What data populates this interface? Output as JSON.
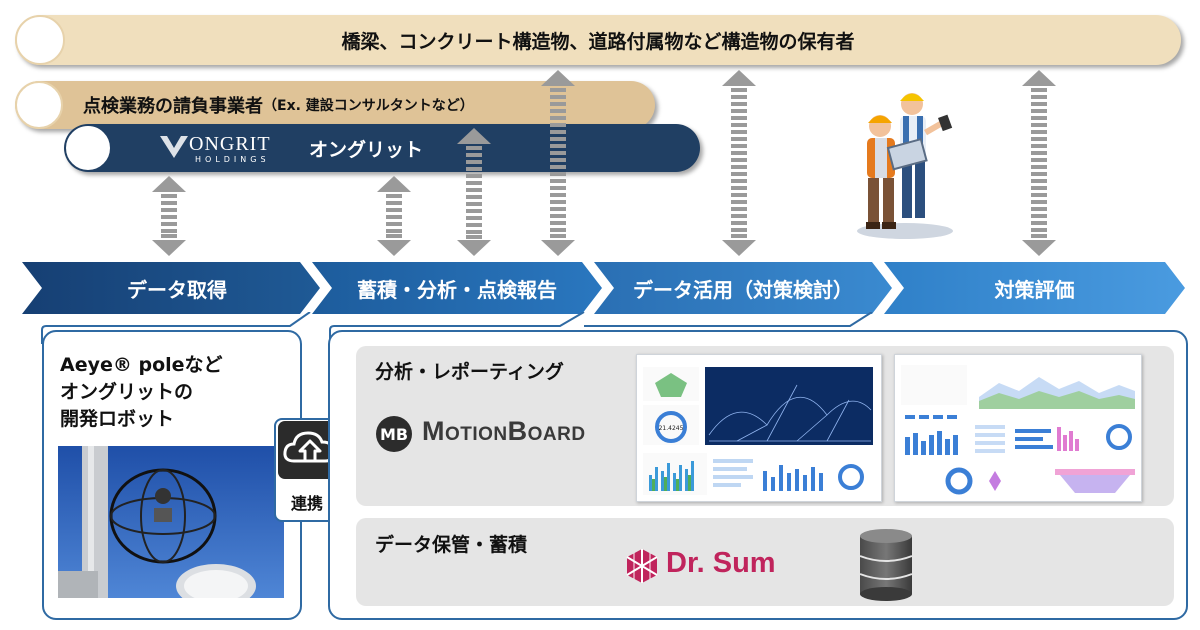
{
  "bars": {
    "owner": "橋梁、コンクリート構造物、道路付属物など構造物の保有者",
    "contractor": "点検業務の請負事業者",
    "contractor_note": "（Ex. 建設コンサルタントなど）",
    "ongrit_logo": "ONGRIT",
    "ongrit_logo_sub": "HOLDINGS",
    "ongrit_name": "オングリット"
  },
  "process": [
    {
      "label": "データ取得"
    },
    {
      "label": "蓄積・分析・点検報告"
    },
    {
      "label": "データ活用（対策検討）"
    },
    {
      "label": "対策評価"
    }
  ],
  "robot_panel": {
    "line1": "Aeye® poleなど",
    "line2": "オングリットの",
    "line3": "開発ロボット"
  },
  "link": {
    "label": "連携"
  },
  "analysis": {
    "title": "分析・レポーティング",
    "product": "MotionBoard",
    "logo_mark": "MB",
    "dash_value": "21.4245"
  },
  "storage": {
    "title": "データ保管・蓄積",
    "product": "Dr. Sum"
  },
  "colors": {
    "owner_bar": "#f0dfbd",
    "contractor_bar": "#dfc397",
    "ongrit_bar": "#203f63",
    "process_dark": "#1f4e85",
    "process_light": "#2a79c4",
    "drsum": "#c0245c",
    "arrow": "#9a9a9a"
  }
}
